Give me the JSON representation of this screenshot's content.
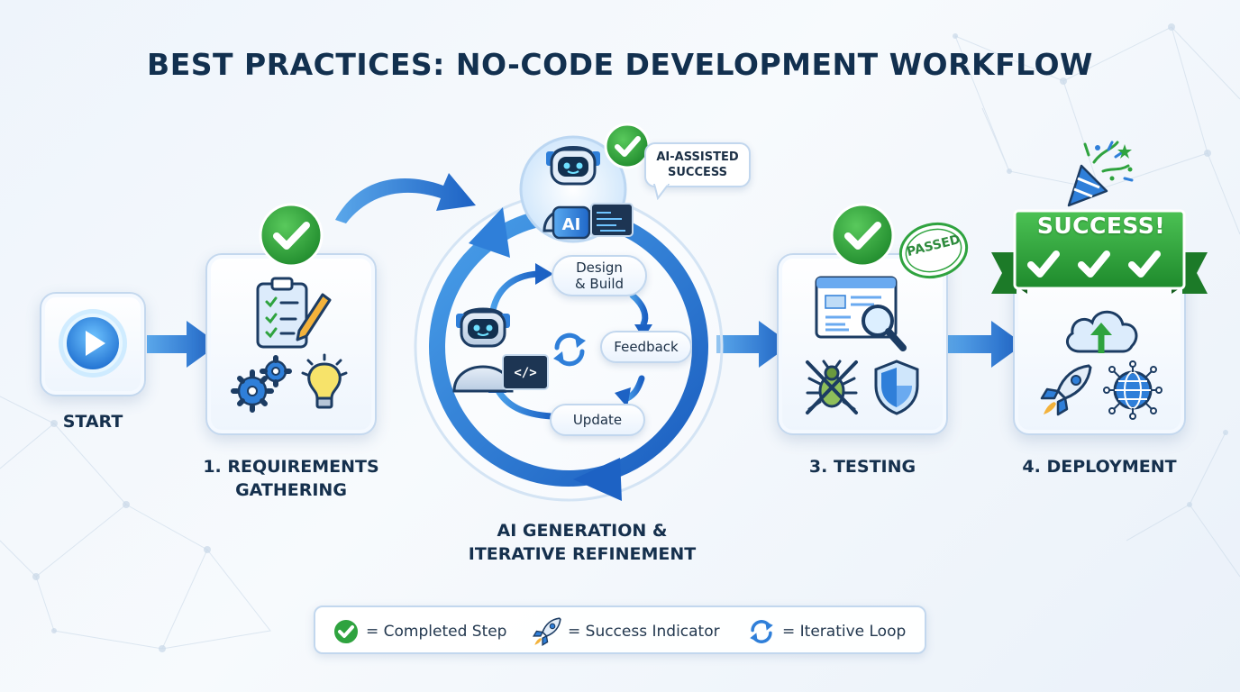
{
  "title": "BEST PRACTICES: NO-CODE DEVELOPMENT WORKFLOW",
  "stages": {
    "start": "START",
    "requirements": [
      "1. REQUIREMENTS",
      "GATHERING"
    ],
    "ai_generation": [
      "AI GENERATION &",
      "ITERATIVE REFINEMENT"
    ],
    "testing": "3. TESTING",
    "deployment": "4. DEPLOYMENT"
  },
  "loop": {
    "design_build": [
      "Design",
      "& Build"
    ],
    "feedback": "Feedback",
    "update": "Update",
    "ai_badge": "AI",
    "code_glyph": "</>"
  },
  "bubble": [
    "AI-ASSISTED",
    "SUCCESS"
  ],
  "testing_stamp": "PASSED",
  "deployment_banner": "SUCCESS!",
  "legend": {
    "completed": "= Completed Step",
    "success": "= Success Indicator",
    "iterative": "= Iterative Loop"
  },
  "colors": {
    "primary_blue": "#2f7fd9",
    "dark_blue": "#1d5fb8",
    "success_green": "#2fa33f",
    "title_navy": "#12304f"
  },
  "icons": [
    "play-icon",
    "clipboard-pencil-icon",
    "gears-icon",
    "lightbulb-icon",
    "robot-icon",
    "code-window-icon",
    "refresh-icon",
    "browser-magnifier-icon",
    "bug-crossed-icon",
    "shield-icon",
    "cloud-upload-icon",
    "rocket-icon",
    "globe-network-icon",
    "party-popper-icon",
    "check-circle-icon"
  ]
}
